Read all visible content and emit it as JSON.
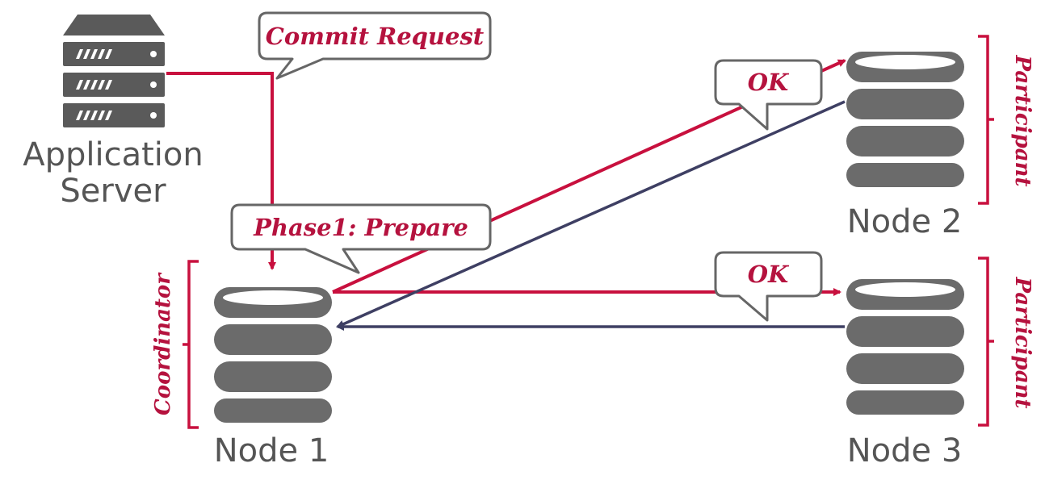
{
  "colors": {
    "request": "#c8103e",
    "response": "#3e3f63",
    "server": "#5a5a5a",
    "database": "#6b6b6b",
    "label_text": "#555555",
    "callout_text": "#b5123e",
    "bracket": "#c8103e"
  },
  "app_server": {
    "icon": "server-rack-icon",
    "label_line1": "Application",
    "label_line2": "Server"
  },
  "nodes": [
    {
      "icon": "database-icon",
      "label": "Node 1",
      "role": "Coordinator"
    },
    {
      "icon": "database-icon",
      "label": "Node 2",
      "role": "Participant"
    },
    {
      "icon": "database-icon",
      "label": "Node 3",
      "role": "Participant"
    }
  ],
  "callouts": {
    "commit_request": "Commit Request",
    "phase1_prepare": "Phase1: Prepare",
    "ok_node2": "OK",
    "ok_node3": "OK"
  }
}
